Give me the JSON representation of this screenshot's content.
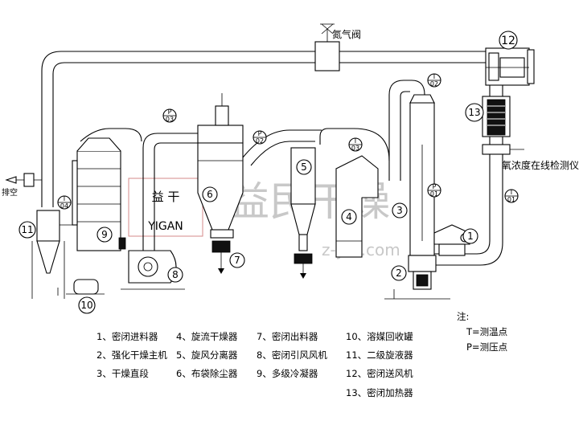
{
  "labels": {
    "nitrogen_valve": "氮气阀",
    "oxygen_detector": "氧浓度在线检测仪",
    "vent": "排空"
  },
  "equipment_numbers": [
    "1",
    "2",
    "3",
    "4",
    "5",
    "6",
    "7",
    "8",
    "9",
    "10",
    "11",
    "12",
    "13"
  ],
  "points": [
    {
      "type": "P",
      "id": "03"
    },
    {
      "type": "P",
      "id": "02"
    },
    {
      "type": "T",
      "id": "03"
    },
    {
      "type": "T",
      "id": "02"
    },
    {
      "type": "P",
      "id": "01"
    },
    {
      "type": "T",
      "id": "01"
    },
    {
      "type": "T",
      "id": "04"
    }
  ],
  "legend": [
    "1、密闭进料器",
    "2、强化干燥主机",
    "3、干燥直段",
    "4、旋流干燥器",
    "5、旋风分离器",
    "6、布袋除尘器",
    "7、密闭出料器",
    "8、密闭引风风机",
    "9、多级冷凝器",
    "10、溶媒回收罐",
    "11、二级旋液器",
    "12、密闭送风机",
    "13、密闭加热器"
  ],
  "notes": {
    "title": "注:",
    "t_def": "T=测温点",
    "p_def": "P=测压点"
  },
  "watermark": {
    "logo_top": "益 干",
    "logo_bottom": "YIGAN",
    "registered": "®",
    "big_text": "益民干燥",
    "url_text": "z-ym.com"
  },
  "colors": {
    "line": "#000000",
    "watermark": "#c8c8c8",
    "logo": "#d48a8a"
  }
}
